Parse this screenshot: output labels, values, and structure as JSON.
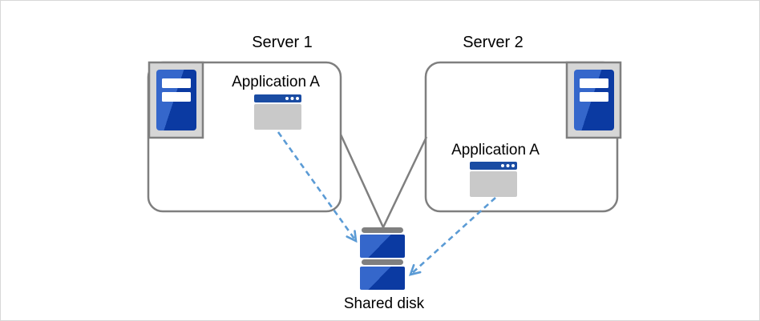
{
  "canvas": {
    "background": "#ffffff",
    "border_color": "#d8d8d8"
  },
  "colors": {
    "outline_gray": "#7f7f7f",
    "frame_fill": "#d6d6d6",
    "server_blue_light": "#3567cb",
    "server_blue_dark": "#0b3aa2",
    "server_slot_white": "#ffffff",
    "app_titlebar_blue": "#1a4ca3",
    "app_body_gray": "#c9c9c9",
    "app_dot_white": "#ffffff",
    "disk_cap_gray": "#7f7f7f",
    "arrow_blue": "#5b9bd5",
    "connector_gray": "#7f7f7f",
    "label_color": "#000000"
  },
  "nodes": {
    "server1": {
      "label": "Server 1",
      "icon": "server-icon",
      "application": {
        "label": "Application A",
        "icon": "app-window-icon"
      }
    },
    "server2": {
      "label": "Server 2",
      "icon": "server-icon",
      "application": {
        "label": "Application A",
        "icon": "app-window-icon"
      }
    },
    "shared_disk": {
      "label": "Shared disk",
      "icon": "disk-stack-icon"
    }
  },
  "connections": [
    {
      "from": "server1",
      "to": "shared_disk",
      "style": "solid-gray-line",
      "arrowhead": "none"
    },
    {
      "from": "server2",
      "to": "shared_disk",
      "style": "solid-gray-line",
      "arrowhead": "none"
    },
    {
      "from": "server1.application",
      "to": "shared_disk",
      "style": "dashed-blue-line",
      "arrowhead": "open"
    },
    {
      "from": "server2.application",
      "to": "shared_disk",
      "style": "dashed-blue-line",
      "arrowhead": "open"
    }
  ]
}
